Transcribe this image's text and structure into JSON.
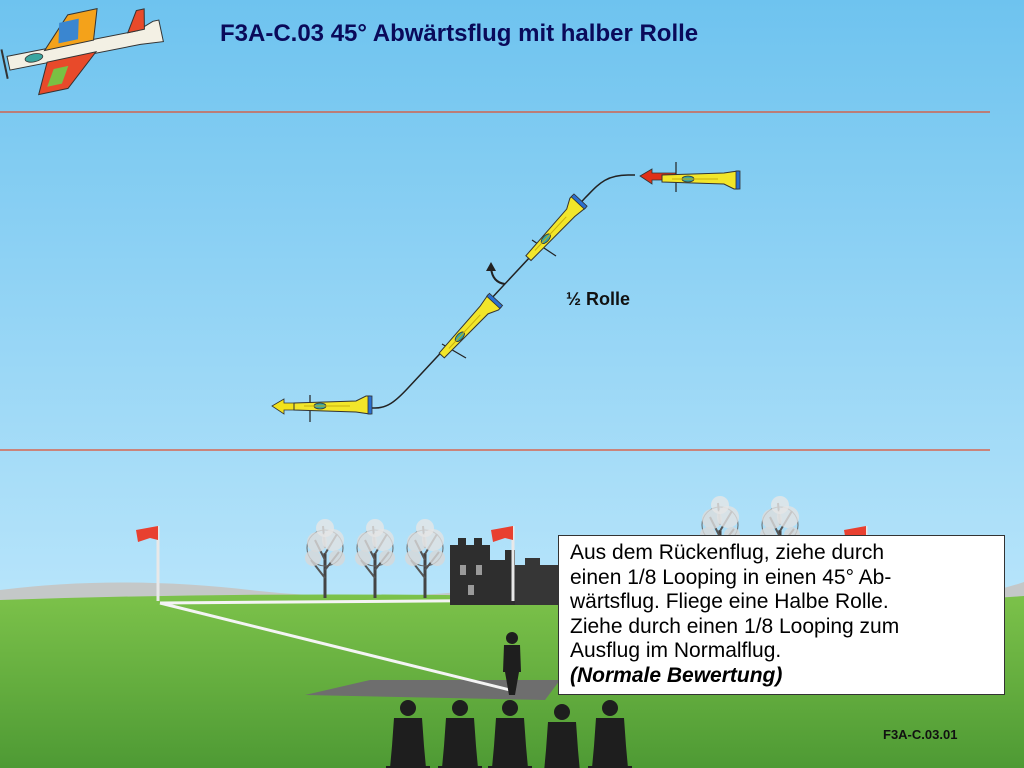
{
  "title": "F3A-C.03 45° Abwärtsflug mit halber Rolle",
  "roll_label": "½  Rolle",
  "description": {
    "line1": "Aus dem Rückenflug, ziehe durch",
    "line2": "einen 1/8 Looping in einen 45° Ab-",
    "line3": "wärtsflug. Fliege eine Halbe Rolle.",
    "line4": "Ziehe durch einen 1/8 Looping zum",
    "line5": "Ausflug im Normalflug.",
    "rating": "(Normale Bewertung)"
  },
  "figure_code": "F3A-C.03.01",
  "colors": {
    "sky_top": "#6ec3ef",
    "sky_bottom": "#cdeefd",
    "ground": "#5aa63a",
    "guide_line": "#e05030",
    "entry_arrow": "#e03018",
    "exit_arrow": "#f2e21c",
    "plane_body": "#f2e62a"
  },
  "icons": {
    "logo": "aerobatic-airplane-icon",
    "roll": "curved-arrow-icon",
    "flag": "red-flag-icon"
  }
}
